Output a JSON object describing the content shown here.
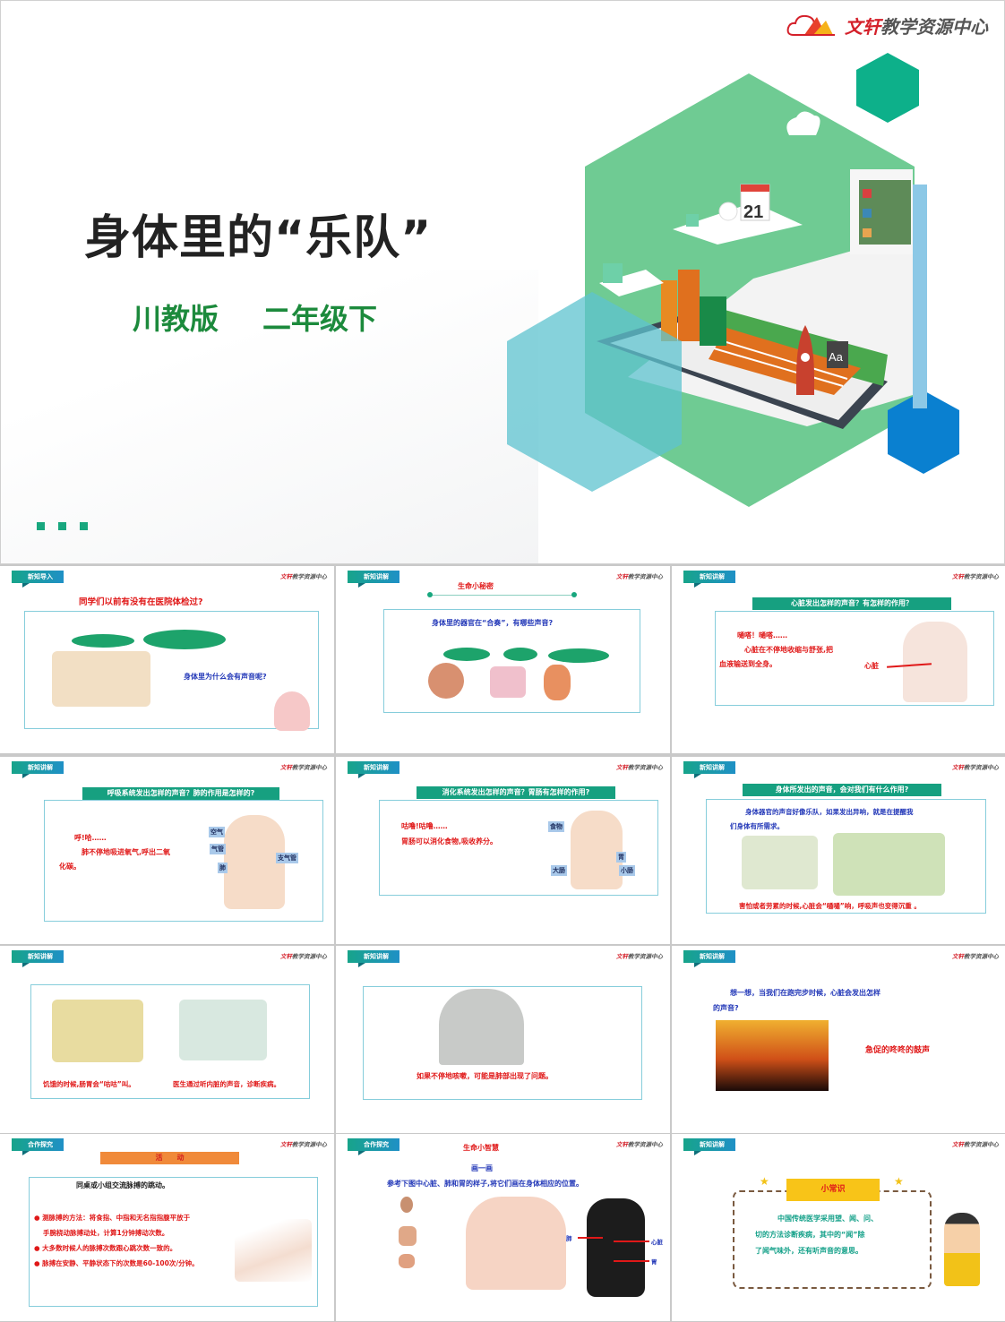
{
  "logo": {
    "brand_red": "文轩",
    "brand_rest": "教学资源中心"
  },
  "cover": {
    "title": "身体里的“乐队”",
    "publisher": "川教版",
    "grade": "二年级下",
    "calendar_number": "21",
    "letter_tile": "Aa",
    "colors": {
      "hex_green": "#6fcb93",
      "hex_teal": "#0db08a",
      "hex_blue": "#0a80d0",
      "hex_cyan": "#5cc0d0",
      "subtitle": "#1c8a3c"
    }
  },
  "slides": [
    {
      "tag": "新知导入",
      "heading": "同学们以前有没有在医院体检过?",
      "question": "身体里为什么会有声音呢?"
    },
    {
      "tag": "新知讲解",
      "heading": "生命小秘密",
      "question": "身体里的器官在“合奏”，有哪些声音?"
    },
    {
      "tag": "新知讲解",
      "banner": "心脏发出怎样的声音？有怎样的作用？",
      "lines": [
        "嗵嗒！嗵嗒……",
        "心脏在不停地收缩与舒张,把",
        "血液输送到全身。"
      ],
      "label": "心脏"
    },
    {
      "tag": "新知讲解",
      "banner": "呼吸系统发出怎样的声音？肺的作用是怎样的?",
      "lines": [
        "呼!哈……",
        "肺不停地吸进氧气,呼出二氧",
        "化碳。"
      ],
      "labels": [
        "空气",
        "气管",
        "肺",
        "支气管"
      ]
    },
    {
      "tag": "新知讲解",
      "banner": "消化系统发出怎样的声音？胃肠有怎样的作用?",
      "lines": [
        "咕噜!咕噜……",
        "胃肠可以消化食物,吸收养分。"
      ],
      "labels": [
        "食物",
        "胃",
        "大肠",
        "小肠"
      ]
    },
    {
      "tag": "新知讲解",
      "banner": "身体所发出的声音，会对我们有什么作用?",
      "lines": [
        "身体器官的声音好像乐队，如果发出异响，就是在提醒我",
        "们身体有所需求。"
      ],
      "caption": "害怕或者劳累的时候,心脏会“嗵嗵”响，呼吸声也变得沉重 。"
    },
    {
      "tag": "新知讲解",
      "captions": [
        "饥饿的时候,肠胃会“咕咕”叫。",
        "医生通过听内脏的声音，诊断疾病。"
      ]
    },
    {
      "tag": "新知讲解",
      "caption": "如果不停地咳嗽，可能是肺部出现了问题。"
    },
    {
      "tag": "新知讲解",
      "lines": [
        "想一想，当我们在跑完步时候，心脏会发出怎样",
        "的声音?"
      ],
      "answer": "急促的咚咚的鼓声"
    },
    {
      "tag": "合作探究",
      "banner": "活　　动",
      "intro": "同桌或小组交流脉搏的跳动。",
      "bullets": [
        "测脉搏的方法：将食指、中指和无名指指腹平放于",
        "手腕桡动脉搏动处，计算1分钟搏动次数。",
        "大多数时候人的脉搏次数跟心跳次数一致的。",
        "脉搏在安静、平静状态下的次数是60-100次/分钟。"
      ]
    },
    {
      "tag": "合作探究",
      "heading": "生命小智慧",
      "subheading": "画一画",
      "instruction": "参考下图中心脏、肺和胃的样子,将它们画在身体相应的位置。",
      "labels": [
        "肺",
        "心脏",
        "胃"
      ]
    },
    {
      "tag": "新知讲解",
      "banner": "小常识",
      "lines": [
        "中国传统医学采用望、闻、问、",
        "切的方法诊断疾病，其中的“闻”除",
        "了闻气味外，还有听声音的意思。"
      ]
    }
  ]
}
